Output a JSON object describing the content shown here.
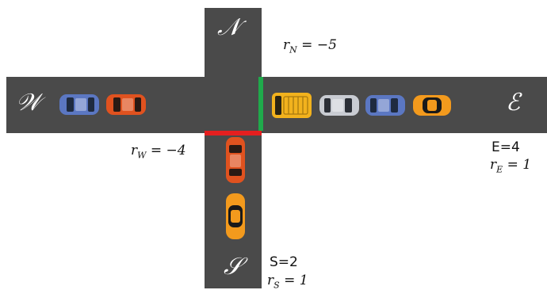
{
  "directions": {
    "north": "𝒩",
    "west": "𝒲",
    "east": "ℰ",
    "south": "𝒮"
  },
  "rewards": {
    "north": {
      "var": "r",
      "sub": "N",
      "value": "= −5"
    },
    "west": {
      "var": "r",
      "sub": "W",
      "value": "= −4"
    },
    "east": {
      "var": "r",
      "sub": "E",
      "value": "= 1"
    },
    "south": {
      "var": "r",
      "sub": "S",
      "value": "= 1"
    }
  },
  "counts": {
    "east": "E=4",
    "south": "S=2"
  },
  "colors": {
    "road": "#4a4a4a",
    "signal_green": "#1faa4b",
    "signal_red": "#e51f1f",
    "car_blue": "#5b77c2",
    "car_red": "#e0521f",
    "car_yellow": "#f2b21d",
    "car_silver": "#c9ccd2",
    "car_orange": "#f39a1d"
  }
}
